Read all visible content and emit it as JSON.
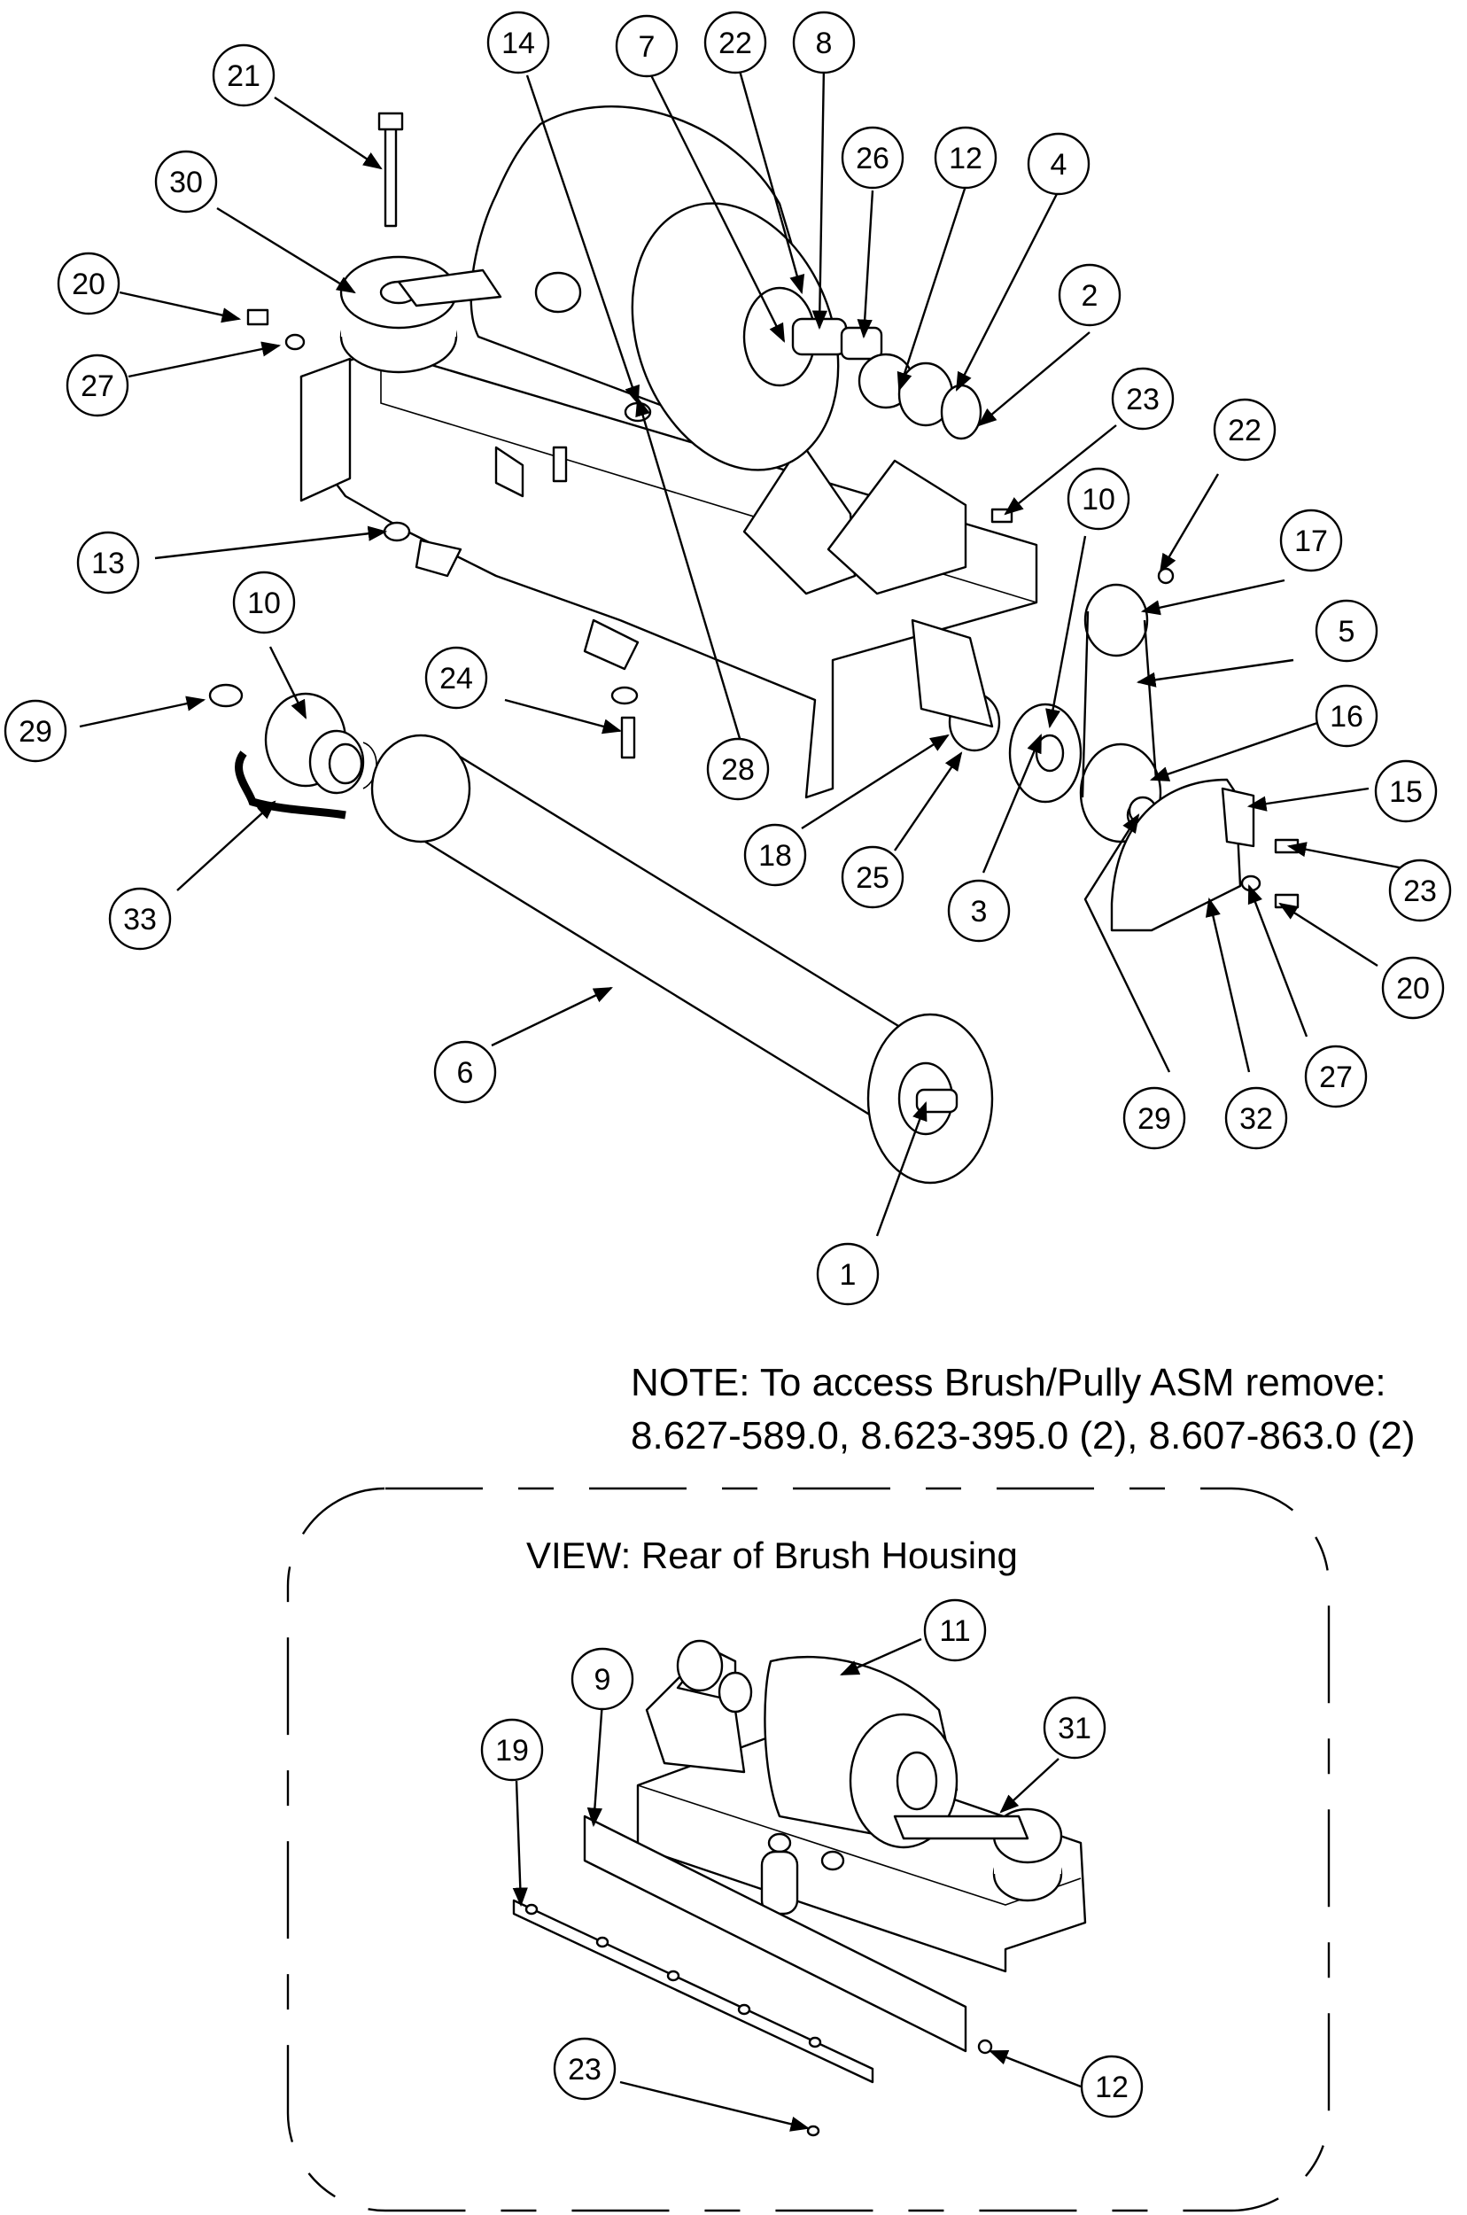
{
  "note": {
    "line1": "NOTE: To access Brush/Pully ASM remove:",
    "line2": "8.627-589.0, 8.623-395.0 (2), 8.607-863.0 (2)"
  },
  "inset": {
    "title": "VIEW: Rear of Brush Housing"
  },
  "callouts": [
    "21",
    "30",
    "20",
    "27",
    "14",
    "7",
    "22",
    "8",
    "26",
    "12",
    "4",
    "2",
    "23",
    "22",
    "10",
    "17",
    "5",
    "13",
    "10",
    "29",
    "24",
    "28",
    "16",
    "15",
    "18",
    "25",
    "3",
    "23",
    "33",
    "20",
    "6",
    "27",
    "29",
    "32",
    "1",
    "11",
    "9",
    "19",
    "31",
    "23",
    "12"
  ]
}
